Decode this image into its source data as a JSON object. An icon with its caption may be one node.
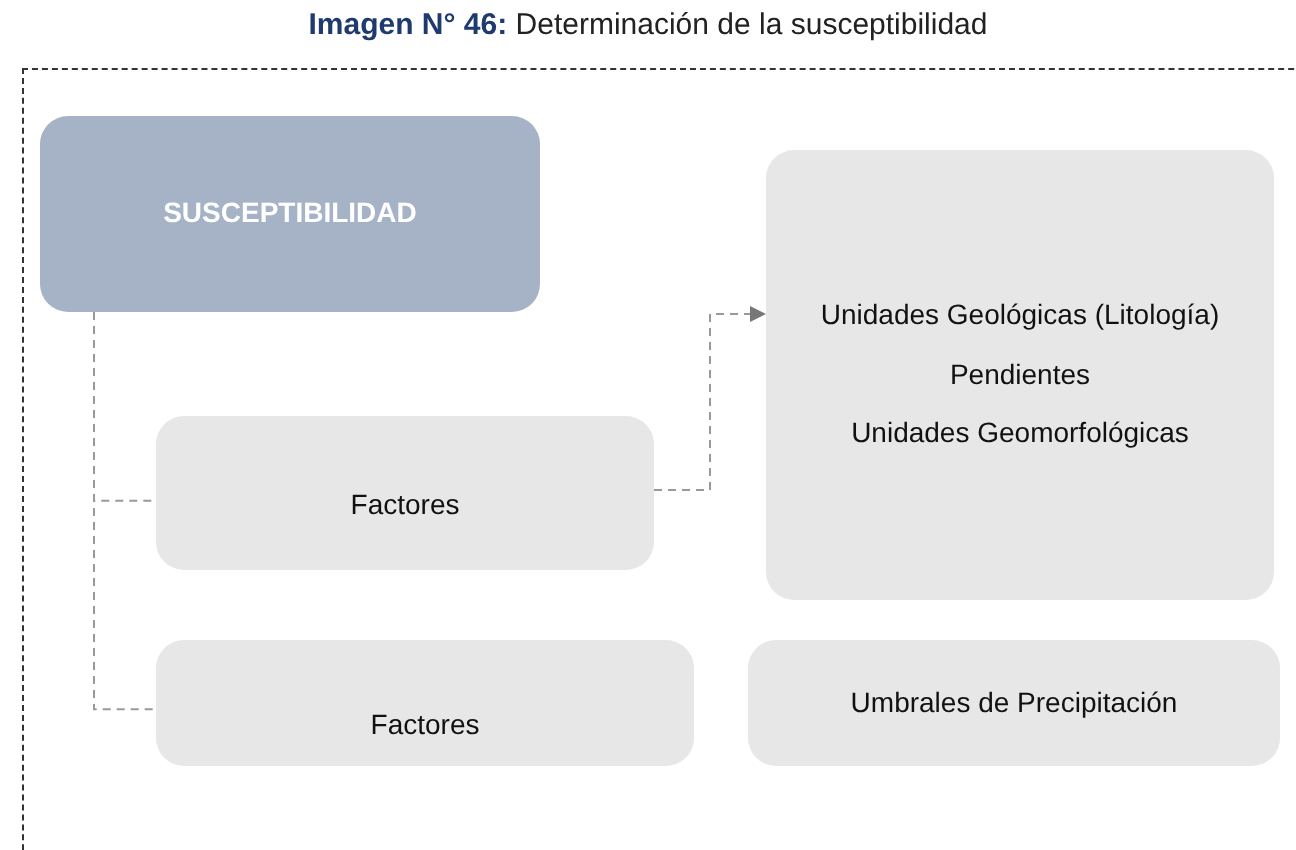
{
  "diagram": {
    "title": "**Imagen N° 46:** Determinación de la susceptibilidad",
    "nodes": [
      {
        "text": [
          "SUSCEPTIBILIDAD"
        ]
      },
      {
        "text": [
          "Factores"
        ]
      },
      {
        "text": [
          "Factores"
        ]
      },
      {
        "text": [
          "Unidades Geológicas (Litología)",
          "Pendientes",
          "Unidades Geomorfológicas"
        ]
      },
      {
        "text": [
          "Umbrales de Precipitación"
        ]
      }
    ],
    "edges": [
      {
        "from": 0,
        "to": 1,
        "arrow": "none",
        "style": "dashed"
      },
      {
        "from": 0,
        "to": 2,
        "arrow": "none",
        "style": "dashed"
      },
      {
        "from": 1,
        "to": 3,
        "arrow": "to",
        "style": "dashed"
      }
    ]
  }
}
